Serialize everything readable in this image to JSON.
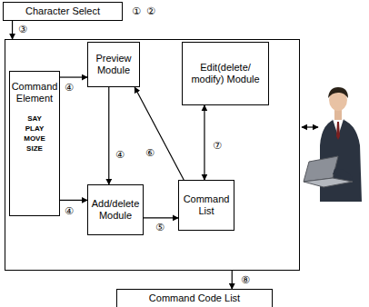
{
  "diagram": {
    "nodes": [
      {
        "text": [
          "Character Select"
        ]
      },
      {
        "text": []
      },
      {
        "text": [
          "Command Element",
          "SAY",
          "PLAY",
          "MOVE",
          "SIZE"
        ],
        "in": 1
      },
      {
        "text": [
          "Preview Module"
        ],
        "in": 1
      },
      {
        "text": [
          "Edit(delete/ modify) Module"
        ],
        "in": 1
      },
      {
        "text": [
          "Add/delete Module"
        ],
        "in": 1
      },
      {
        "text": [
          "Command List"
        ],
        "in": 1
      },
      {
        "text": [
          "Command Code List"
        ]
      }
    ],
    "edges": [
      {
        "from": 0,
        "to": 1,
        "label": "③",
        "arrow": "to"
      },
      {
        "from": 2,
        "to": 3,
        "label": "④",
        "arrow": "to"
      },
      {
        "from": 2,
        "to": 5,
        "label": "④",
        "arrow": "to"
      },
      {
        "from": 3,
        "to": 5,
        "label": "④",
        "arrow": "to"
      },
      {
        "from": 5,
        "to": 6,
        "label": "⑤",
        "arrow": "to"
      },
      {
        "from": 6,
        "to": 3,
        "label": "⑥",
        "arrow": "to"
      },
      {
        "from": 4,
        "to": 6,
        "label": "⑦",
        "arrow": "both"
      },
      {
        "from": 1,
        "to": 7,
        "label": "⑧",
        "arrow": "to"
      }
    ],
    "labels": [
      "①",
      "②"
    ]
  }
}
